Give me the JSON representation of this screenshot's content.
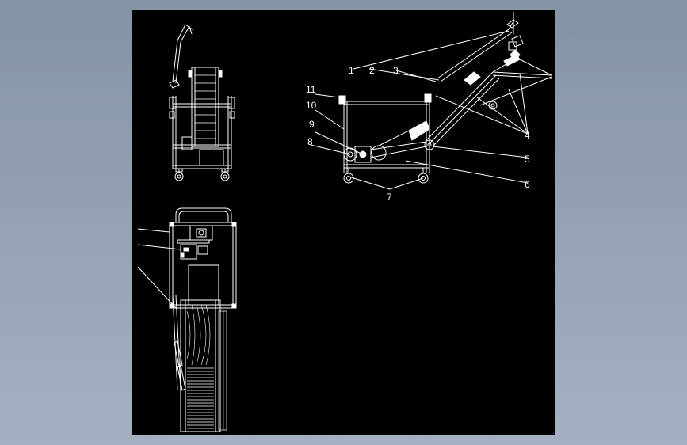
{
  "drawing": {
    "background_color": "#000000",
    "stroke_color": "#ffffff",
    "viewport_color": "#8e9bad"
  },
  "callouts": {
    "c1": "1",
    "c2": "2",
    "c3": "3",
    "c4": "4",
    "c5": "5",
    "c6": "6",
    "c7": "7",
    "c8": "8",
    "c9": "9",
    "c10": "10",
    "c11": "11"
  }
}
